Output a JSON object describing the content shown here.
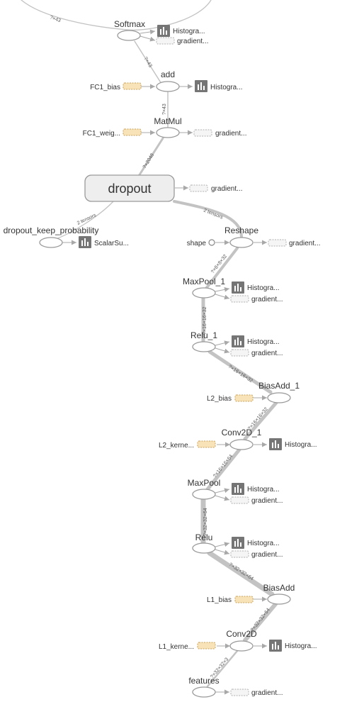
{
  "nodes": {
    "softmax": "Softmax",
    "add": "add",
    "matmul": "MatMul",
    "fc1_bias": "FC1_bias",
    "fc1_weights": "FC1_weig...",
    "dropout": "dropout",
    "dropout_keep_probability": "dropout_keep_probability",
    "scalar_summary": "ScalarSu...",
    "reshape": "Reshape",
    "shape": "shape",
    "maxpool_1": "MaxPool_1",
    "relu_1": "Relu_1",
    "biasadd_1": "BiasAdd_1",
    "l2_bias": "L2_bias",
    "conv2d_1": "Conv2D_1",
    "l2_kernel": "L2_kerne...",
    "maxpool": "MaxPool",
    "relu": "Relu",
    "biasadd": "BiasAdd",
    "l1_bias": "L1_bias",
    "conv2d": "Conv2D",
    "l1_kernel": "L1_kerne...",
    "features": "features"
  },
  "side_labels": {
    "histogram": "Histogra...",
    "gradients": "gradient..."
  },
  "edge_labels": {
    "top_loop": "?×43",
    "softmax_add": "?×43",
    "add_matmul": "?×43",
    "matmul_dropout": "?×2048",
    "dropout_left": "2 tensors",
    "dropout_reshape": "2 tensors",
    "reshape_maxpool1": "?×8×8×32",
    "maxpool1_relu1": "?×16×16×32",
    "relu1_biasadd1": "?×16×16×32",
    "biasadd1_conv2d1": "?×16×16×32",
    "conv2d1_maxpool": "?×16×16×64",
    "maxpool_relu": "?×32×32×64",
    "relu_biasadd": "?×32×32×64",
    "biasadd_conv2d": "?×32×32×64",
    "conv2d_features": "?×32×32×3"
  },
  "icons": {
    "histogram": "histogram-icon",
    "gradient": "gradient-icon",
    "constant": "constant-icon"
  },
  "colors": {
    "edge": "#c3c3c3",
    "node_stroke": "#999999",
    "constant_fill": "#f8e3b8",
    "histogram_fill": "#757575"
  }
}
